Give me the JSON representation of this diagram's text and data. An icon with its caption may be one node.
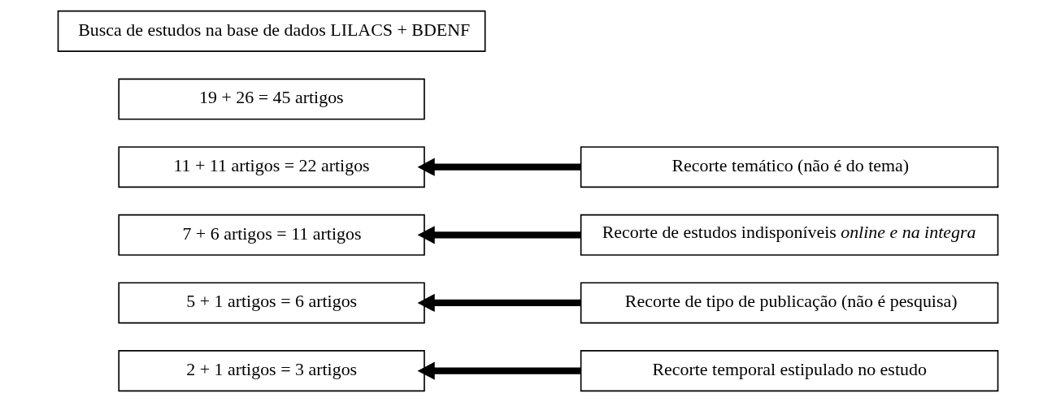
{
  "diagram": {
    "nodes": [
      {
        "text": [
          "Busca de estudos na base de dados LILACS + BDENF"
        ]
      },
      {
        "text": [
          "19 + 26 = 45 artigos"
        ]
      },
      {
        "text": [
          "11 + 11 artigos = 22 artigos"
        ]
      },
      {
        "text": [
          "7 + 6 artigos = 11 artigos"
        ]
      },
      {
        "text": [
          "5 + 1 artigos = 6 artigos"
        ]
      },
      {
        "text": [
          "2 + 1 artigos = 3 artigos"
        ]
      },
      {
        "text": [
          "Recorte temático (não é do tema)"
        ]
      },
      {
        "text": [
          "Recorte de estudos indisponíveis *online e na integra*"
        ]
      },
      {
        "text": [
          "Recorte de tipo de publicação (não é pesquisa)"
        ]
      },
      {
        "text": [
          "Recorte temporal estipulado no estudo"
        ]
      }
    ],
    "edges": [
      {
        "from": 6,
        "to": 2,
        "arrow": "to"
      },
      {
        "from": 7,
        "to": 3,
        "arrow": "to"
      },
      {
        "from": 8,
        "to": 4,
        "arrow": "to"
      },
      {
        "from": 9,
        "to": 5,
        "arrow": "to"
      }
    ]
  }
}
